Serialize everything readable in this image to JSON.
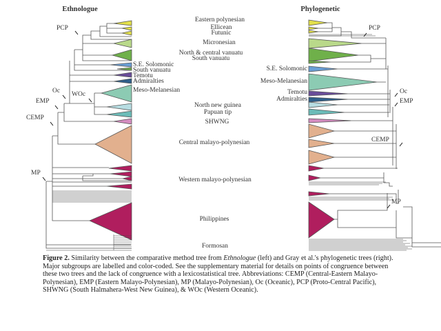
{
  "figure": {
    "left_title": "Ethnologue",
    "right_title": "Phylogenetic",
    "center_labels": [
      "Eastern polynesian",
      "Ellicean",
      "Futunic",
      "Micronesian",
      "North & central vanuatu",
      "South vanuatu",
      "North new guinea",
      "Papuan tip",
      "SHWNG",
      "Central malayo-polynesian",
      "Western malayo-polynesian",
      "Philippines",
      "Formosan"
    ],
    "left_side_labels": [
      "S.E. Solomonic",
      "South vanuatu",
      "Temotu",
      "Admiralties",
      "Meso-Melanesian"
    ],
    "right_side_labels": [
      "S.E. Solomonic",
      "Meso-Melanesian",
      "Temotu",
      "Admiralties"
    ],
    "left_nodes": [
      "PCP",
      "Oc",
      "WOc",
      "EMP",
      "CEMP",
      "MP"
    ],
    "right_nodes": [
      "PCP",
      "Oc",
      "EMP",
      "CEMP",
      "MP"
    ],
    "colors": {
      "yellow": "#e3e04a",
      "lightgreen": "#b9d98a",
      "green": "#6fb04a",
      "blue": "#6a9fd6",
      "purple": "#6a4d9a",
      "darkblue": "#2f5f8a",
      "teal": "#8ccbb3",
      "lightblue": "#b7dde2",
      "teal2": "#6bbcb8",
      "pink": "#d48cc0",
      "peach": "#e2b08e",
      "magenta": "#b01e5e"
    }
  },
  "caption": {
    "label": "Figure 2.",
    "text1": " Similarity between the comparative method tree from ",
    "italic": "Ethnologue",
    "text2": " (left) and Gray et al.'s phylogenetic trees (right). Major subgroups are labelled and color-coded. See the supplementary material for details on points of congruence between these two trees and the lack of congruence with a lexicostatistical tree. Abbreviations: CEMP (Central-Eastern Malayo-Polynesian), EMP (Eastern Malayo-Polynesian), MP (Malayo-Polynesian), Oc (Oceanic), PCP (Proto-Central Pacific), SHWNG (South Halmahera-West New Guinea), & WOc (Western Oceanic)."
  }
}
